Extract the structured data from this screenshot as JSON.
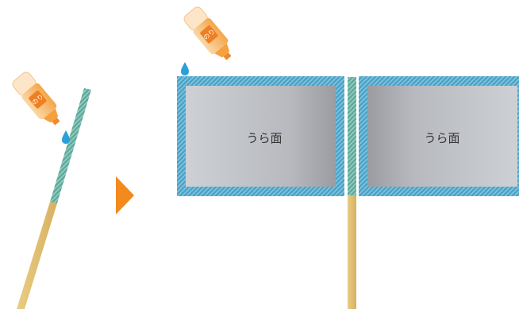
{
  "diagram": {
    "left_panel_label": "うら面",
    "right_panel_label": "うら面",
    "glue_label_left": "のり",
    "glue_label_right": "のり",
    "colors": {
      "tape": "#4aa3c8",
      "panel_light": "#c6c8cd",
      "panel_dark": "#9a9ca2",
      "stick": "#e3c171",
      "arrow": "#f28a1e",
      "glue_body": "#f7b25c",
      "glue_cap": "#fde6c7",
      "drop": "#2b9fd8"
    },
    "icons": [
      "glue-tube-icon",
      "glue-drop-icon",
      "next-step-arrow-icon",
      "stick-icon"
    ]
  }
}
